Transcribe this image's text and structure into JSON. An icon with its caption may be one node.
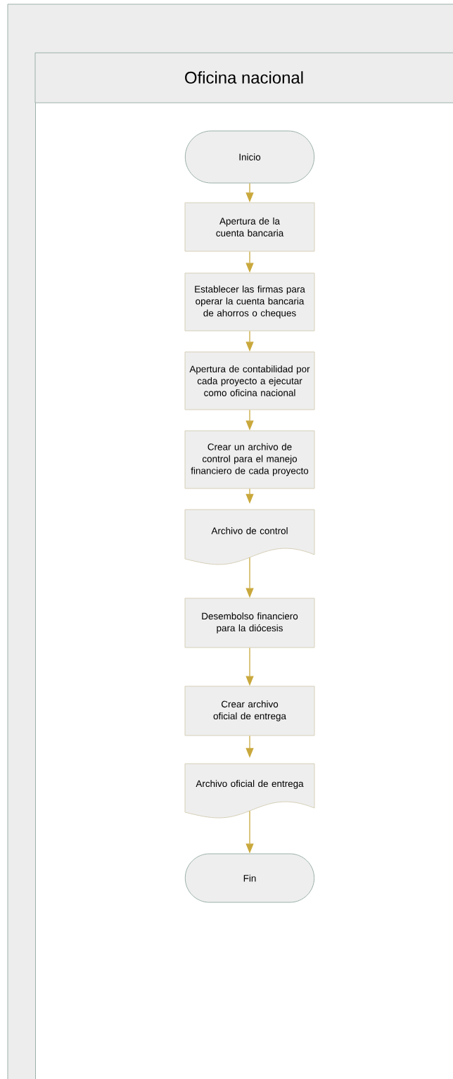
{
  "diagram": {
    "nodes": [
      {
        "text": [
          "Oficina nacional"
        ]
      },
      {
        "text": [
          "Inicio"
        ],
        "in": 0
      },
      {
        "text": [
          "Apertura de la cuenta bancaria"
        ],
        "in": 0
      },
      {
        "text": [
          "Establecer las firmas para operar la cuenta bancaria de ahorros o cheques"
        ],
        "in": 0
      },
      {
        "text": [
          "Apertura de contabilidad por cada proyecto a ejecutar como oficina nacional"
        ],
        "in": 0
      },
      {
        "text": [
          "Crear un archivo de control para el manejo financiero de cada proyecto"
        ],
        "in": 0
      },
      {
        "text": [
          "Archivo de control"
        ],
        "in": 0
      },
      {
        "text": [
          "Desembolso financiero para la diócesis"
        ],
        "in": 0
      },
      {
        "text": [
          "Crear archivo oficial de entrega"
        ],
        "in": 0
      },
      {
        "text": [
          "Archivo oficial de entrega"
        ],
        "in": 0
      },
      {
        "text": [
          "Fin"
        ],
        "in": 0
      }
    ],
    "edges": [
      {
        "from": 1,
        "to": 2,
        "arrow": "to"
      },
      {
        "from": 2,
        "to": 3,
        "arrow": "to"
      },
      {
        "from": 3,
        "to": 4,
        "arrow": "to"
      },
      {
        "from": 4,
        "to": 5,
        "arrow": "to"
      },
      {
        "from": 5,
        "to": 6,
        "arrow": "to"
      },
      {
        "from": 6,
        "to": 7,
        "arrow": "to"
      },
      {
        "from": 7,
        "to": 8,
        "arrow": "to"
      },
      {
        "from": 8,
        "to": 9,
        "arrow": "to"
      },
      {
        "from": 9,
        "to": 10,
        "arrow": "to"
      }
    ]
  }
}
